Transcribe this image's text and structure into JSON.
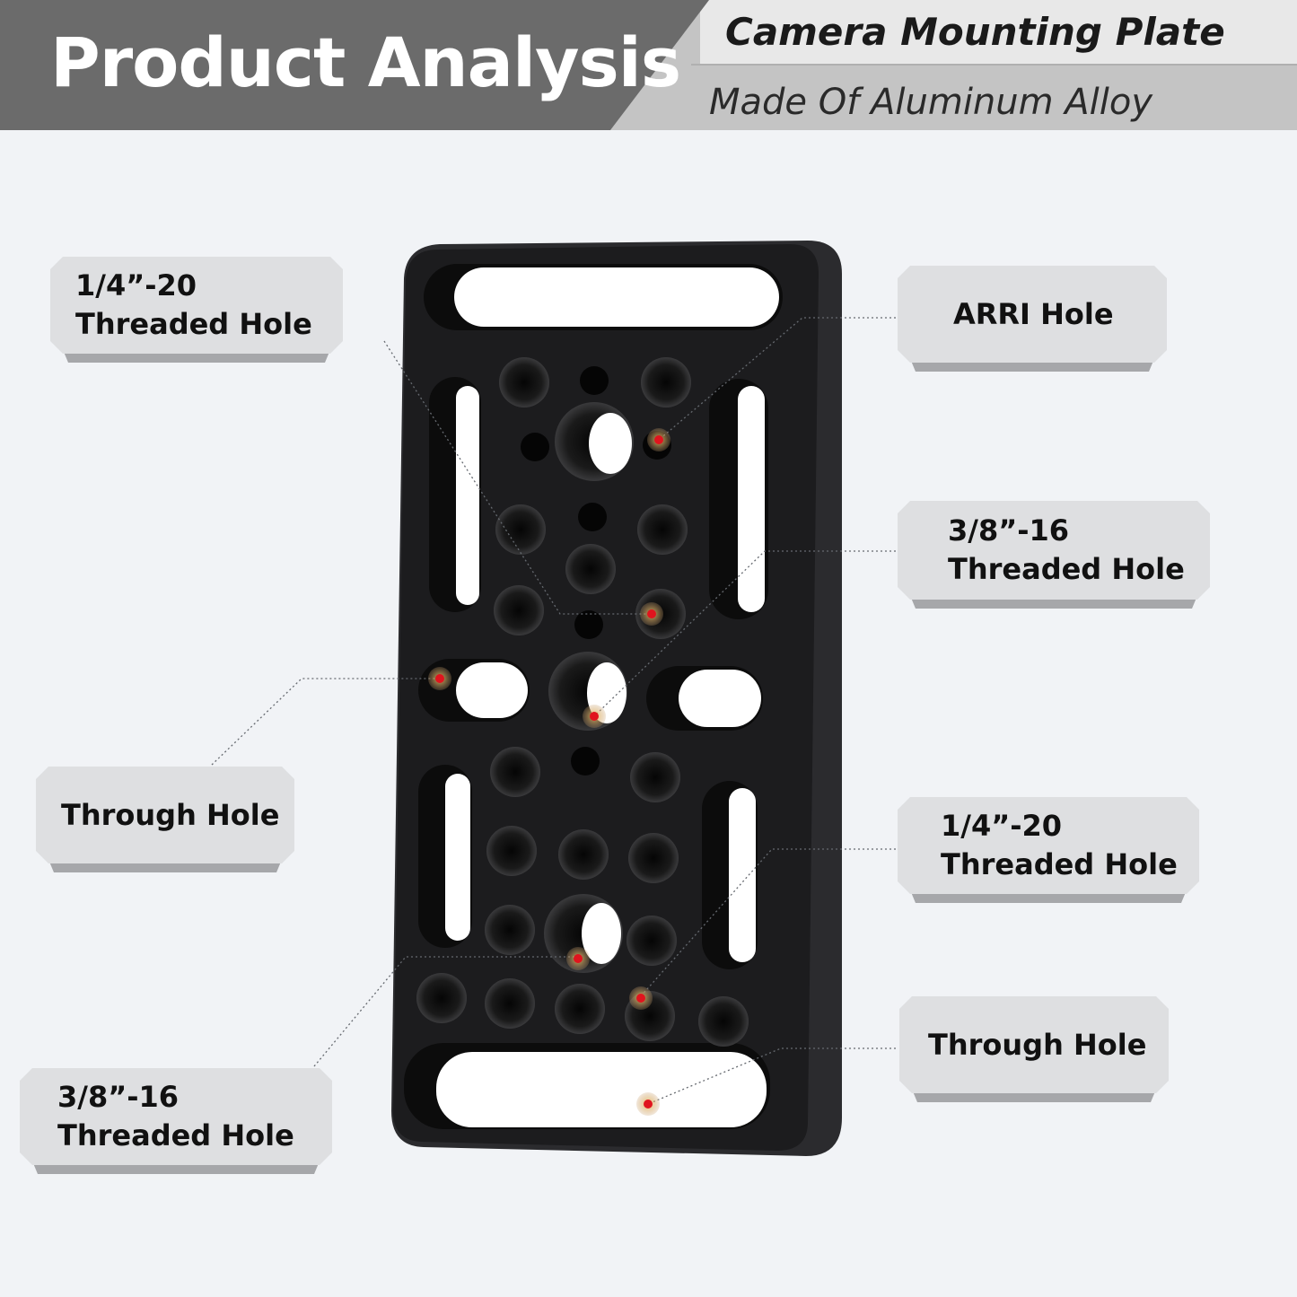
{
  "header": {
    "title": "Product Analysis",
    "subtitle": "Camera Mounting Plate",
    "tagline": "Made Of Aluminum Alloy",
    "colors": {
      "dark_band": "#6b6b6b",
      "light_band": "#c4c4c4",
      "accent_line": "#b5b5b5"
    }
  },
  "callouts": [
    {
      "id": "quarter-left-top",
      "line1": "1/4”-20",
      "line2": "Threaded Hole"
    },
    {
      "id": "arri",
      "line1": "ARRI Hole",
      "line2": ""
    },
    {
      "id": "threeeighths-right",
      "line1": "3/8”-16",
      "line2": "Threaded Hole"
    },
    {
      "id": "through-left",
      "line1": "Through Hole",
      "line2": ""
    },
    {
      "id": "quarter-right",
      "line1": "1/4”-20",
      "line2": "Threaded Hole"
    },
    {
      "id": "through-right",
      "line1": "Through Hole",
      "line2": ""
    },
    {
      "id": "threeeighths-left",
      "line1": "3/8”-16",
      "line2": "Threaded Hole"
    }
  ],
  "plate": {
    "color": "#1c1c1e",
    "edge_color": "#2c2c2f",
    "marker_color": "#e0141e"
  }
}
